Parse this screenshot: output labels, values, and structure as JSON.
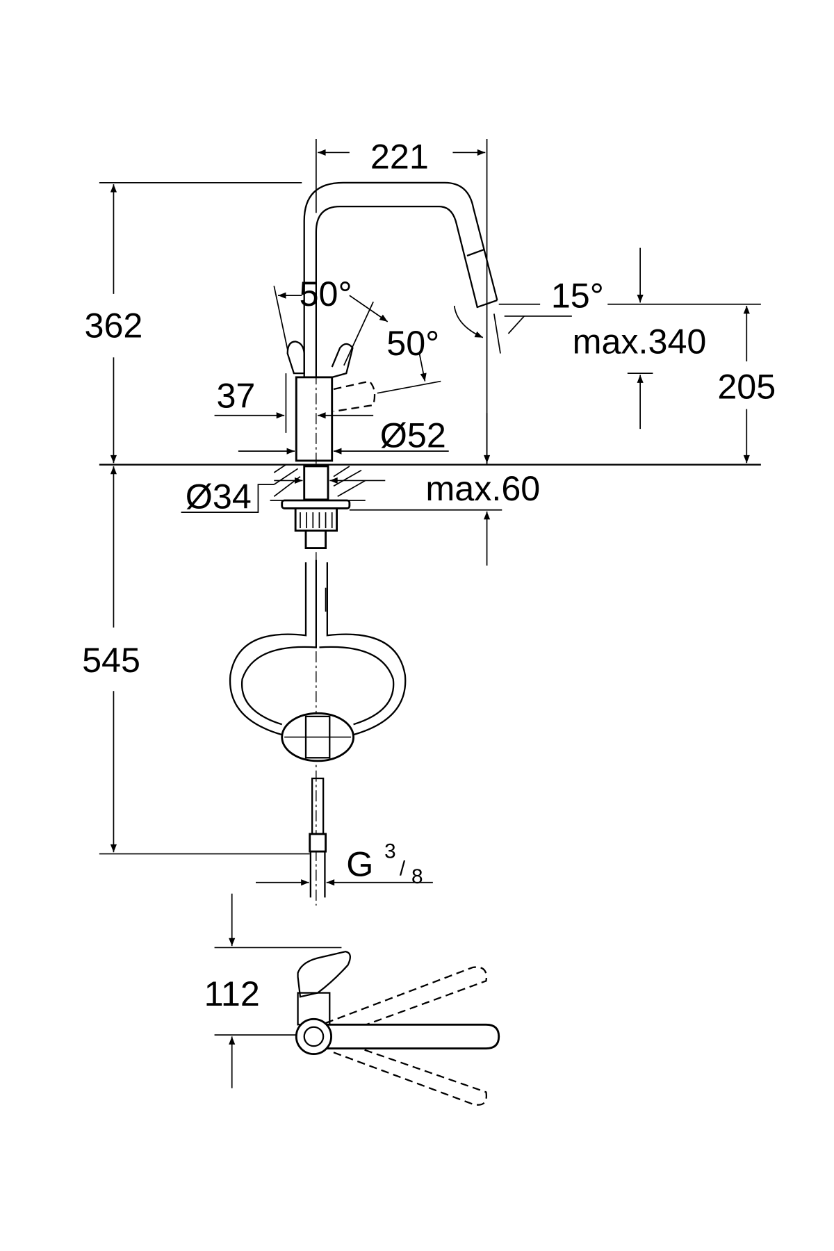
{
  "drawing": {
    "dimensions": {
      "spout_reach": "221",
      "total_height": "362",
      "lever_angle_left": "50°",
      "lever_angle_right": "50°",
      "spout_swivel_angle": "15°",
      "max_spout_pull": "max.340",
      "spout_height": "205",
      "lever_offset": "37",
      "body_diameter": "Ø52",
      "mount_hole_diameter": "Ø34",
      "max_deck_thickness": "max.60",
      "hose_length": "545",
      "connection_thread": "G",
      "connection_thread_num": "3",
      "connection_thread_den": "8",
      "top_view_depth": "112"
    }
  }
}
